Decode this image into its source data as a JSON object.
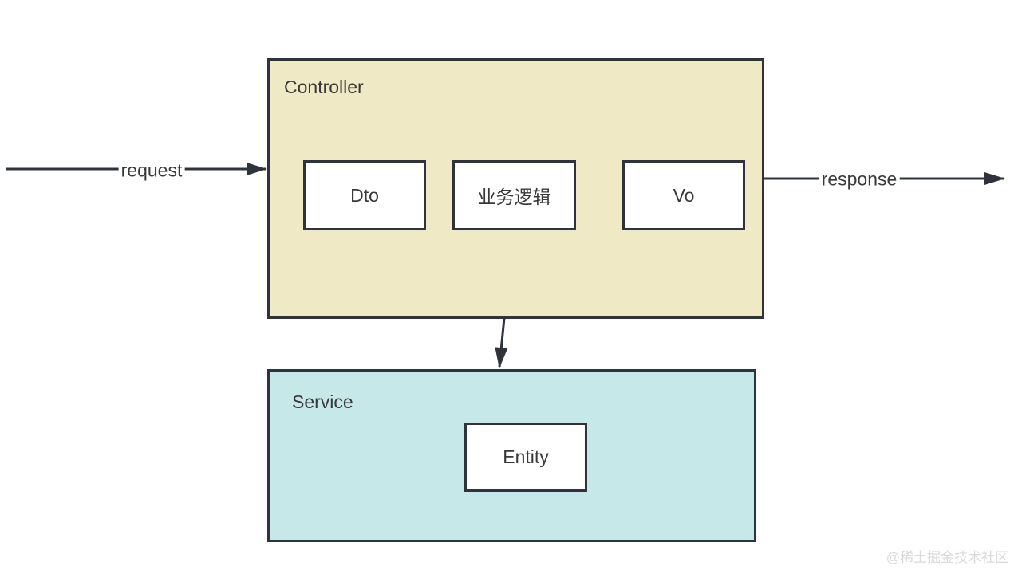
{
  "diagram": {
    "controller": {
      "label": "Controller",
      "fill": "#F0E9C6",
      "children": [
        {
          "label": "Dto"
        },
        {
          "label": "业务逻辑"
        },
        {
          "label": "Vo"
        }
      ]
    },
    "service": {
      "label": "Service",
      "fill": "#C6E8E9",
      "children": [
        {
          "label": "Entity"
        }
      ]
    },
    "arrows": {
      "request_label": "request",
      "response_label": "response",
      "logic_to_service": "业务逻辑 → Service"
    },
    "colors": {
      "line": "#2F343C",
      "text": "#383838",
      "controller_fill": "#F0E9C6",
      "service_fill": "#C6E8E9",
      "node_fill": "#FFFFFF",
      "watermark": "#D9D9D9"
    },
    "watermark": "@稀土掘金技术社区"
  }
}
